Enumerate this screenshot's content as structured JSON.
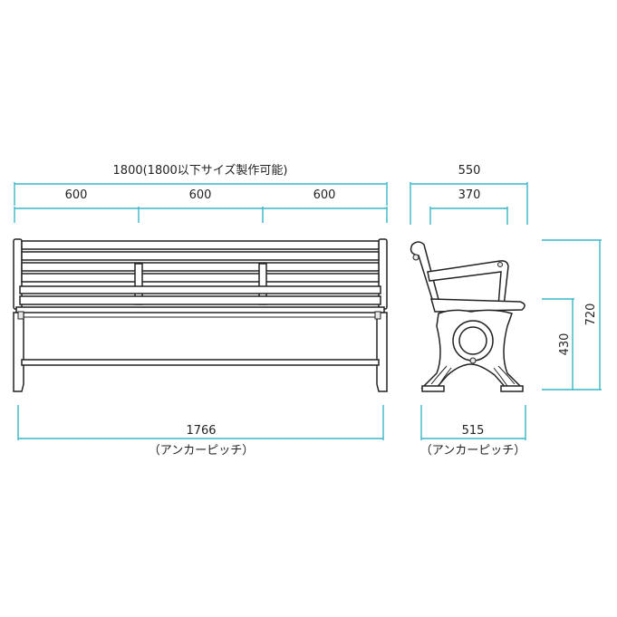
{
  "front_view": {
    "overall_width": "1800(1800以下サイズ製作可能)",
    "segments": [
      "600",
      "600",
      "600"
    ],
    "anchor_pitch_value": "1766",
    "anchor_pitch_label": "（アンカーピッチ）"
  },
  "side_view": {
    "depth": "550",
    "armrest_depth": "370",
    "anchor_pitch_value": "515",
    "anchor_pitch_label": "（アンカーピッチ）",
    "total_height": "720",
    "seat_height": "430"
  },
  "colors": {
    "dimension_line": "#3ab6c9",
    "object_line": "#222222",
    "label_text": "#222222"
  }
}
